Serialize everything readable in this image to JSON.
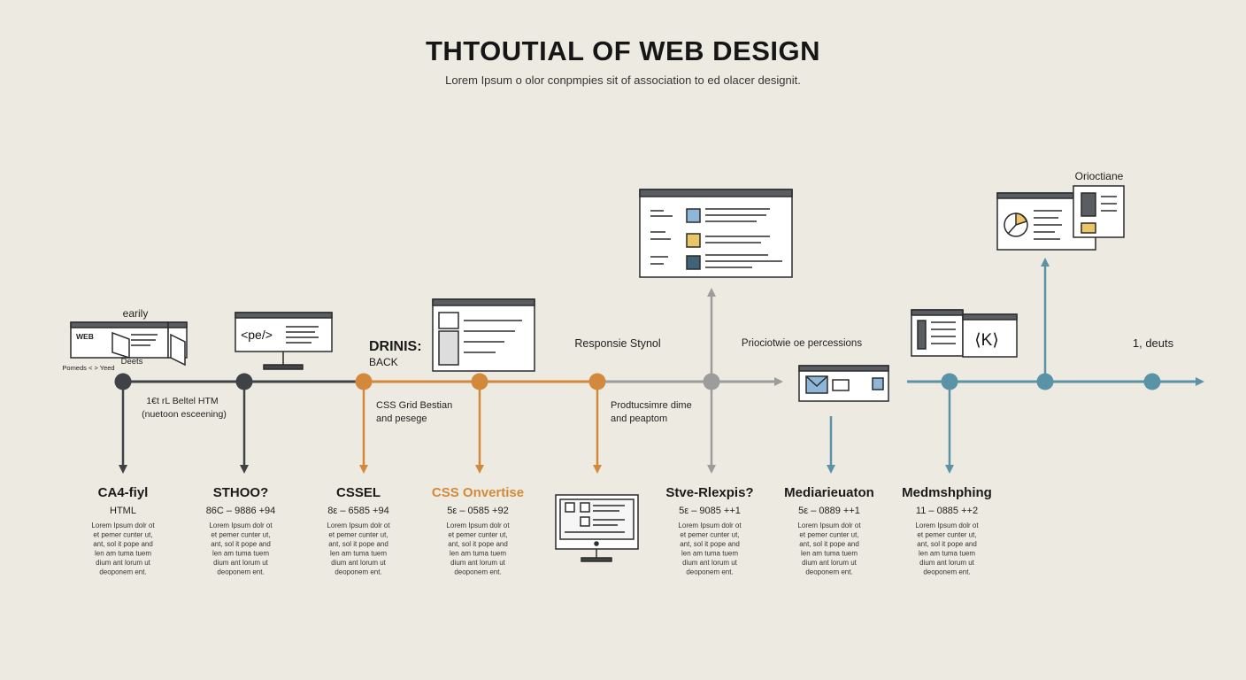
{
  "title": "THTOUTIAL OF WEB DESIGN",
  "subtitle": "Lorem Ipsum o olor conpmpies sit of association to ed olacer designit.",
  "colors": {
    "background": "#edebe1",
    "dark": "#3f4246",
    "orange": "#d3893b",
    "gray": "#9c9c9c",
    "teal": "#5b93a6",
    "yellow": "#ecc567",
    "blue": "#8db6d8",
    "navy": "#3f6478"
  },
  "upper_labels": {
    "early": "earily",
    "web": "WEB",
    "deets": "Deets",
    "years": "Pomeds < > Yeed",
    "code_tag": "<pe/>",
    "drinis": "DRINIS:",
    "back": "BACK",
    "responsive": "Responsie Stynol",
    "priorities": "Priociotwie oe percessions",
    "devices": "1, deuts",
    "onetime": "Orioctiane",
    "html_line1": "1€t rL Beltel HTM",
    "html_line2": "(nuetoon esceening)",
    "css_grid_line1": "CSS Grid Bestian",
    "css_grid_line2": "and pesege",
    "product_line1": "Prodtucsimre dime",
    "product_line2": "and peaptom"
  },
  "stages": [
    {
      "title": "CA4-fiyl",
      "subtitle": "HTML",
      "text": "Lorem Ipsum dolr ot\net pemer cunter ut,\nant, sol it pope and\nlen am tuma tuem\ndium ant lorum ut\ndeoponem ent."
    },
    {
      "title": "STHOO?",
      "subtitle": "86C – 9886 +94",
      "text": "Lorem Ipsum dolr ot\net pemer cunter ut,\nant, sol it pope and\nlen am tuma tuem\ndium ant lorum ut\ndeoponem ent."
    },
    {
      "title": "CSSEL",
      "subtitle": "8ε – 6585 +94",
      "text": "Lorem Ipsum dolr ot\net pemer cunter ut,\nant, sol it pope and\nlen am tuma tuem\ndium ant lorum ut\ndeoponem ent."
    },
    {
      "title": "CSS Onvertise",
      "subtitle": "5ε – 0585 +92",
      "text": "Lorem Ipsum dolr ot\net pemer cunter ut,\nant, sol it pope and\nlen am tuma tuem\ndium ant lorum ut\ndeoponem ent."
    },
    {
      "title": "Stve-Rlexpis?",
      "subtitle": "5ε – 9085 ++1",
      "text": "Lorem Ipsum dolr ot\net pemer cunter ut,\nant, sol it pope and\nlen am tuma tuem\ndium ant lorum ut\ndeoponem ent."
    },
    {
      "title": "Mediarieuaton",
      "subtitle": "5ε – 0889 ++1",
      "text": "Lorem Ipsum dolr ot\net pemer cunter ut,\nant, sol it pope and\nlen am tuma tuem\ndium ant lorum ut\ndeoponem ent."
    },
    {
      "title": "Medmshphing",
      "subtitle": "11 – 0885 ++2",
      "text": "Lorem Ipsum dolr ot\net pemer cunter ut,\nant, sol it pope and\nlen am tuma tuem\ndium ant lorum ut\ndeoponem ent."
    }
  ]
}
